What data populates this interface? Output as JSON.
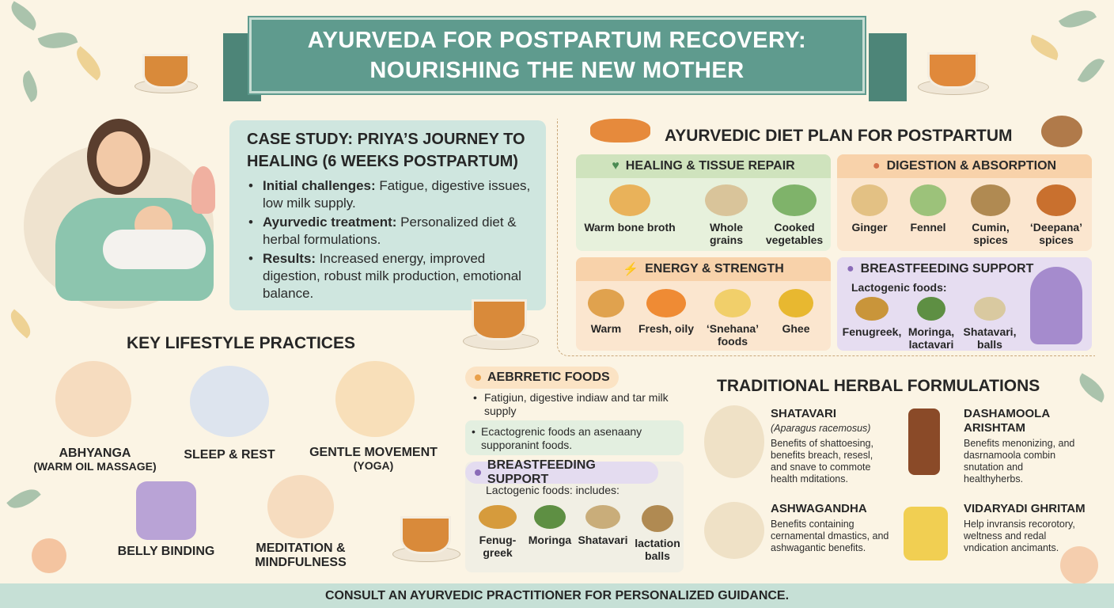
{
  "header": {
    "title_line1": "AYURVEDA FOR POSTPARTUM RECOVERY:",
    "title_line2": "NOURISHING THE NEW MOTHER"
  },
  "case_study": {
    "title": "CASE STUDY: PRIYA’S JOURNEY TO HEALING (6 WEEKS POSTPARTUM)",
    "items": [
      {
        "label": "Initial challenges:",
        "text": " Fatigue, digestive issues, low milk supply."
      },
      {
        "label": "Ayurvedic treatment:",
        "text": " Personalized diet & herbal formulations."
      },
      {
        "label": "Results:",
        "text": " Increased energy, improved digestion, robust milk production, emotional balance."
      }
    ]
  },
  "lifestyle": {
    "title": "KEY LIFESTYLE PRACTICES",
    "practices": [
      {
        "label": "ABHYANGA",
        "sub": "(WARM OIL MASSAGE)"
      },
      {
        "label": "SLEEP & REST",
        "sub": ""
      },
      {
        "label": "GENTLE MOVEMENT",
        "sub": "(YOGA)"
      },
      {
        "label": "BELLY BINDING",
        "sub": ""
      },
      {
        "label": "MEDITATION &",
        "sub": "MINDFULNESS"
      }
    ]
  },
  "diet": {
    "title": "AYURVEDIC DIET PLAN FOR POSTPARTUM",
    "cards": [
      {
        "title": "HEALING & TISSUE REPAIR",
        "icon": "heartbeat-icon",
        "foods": [
          [
            "Warm bone broth"
          ],
          [
            "Whole",
            "grains"
          ],
          [
            "Cooked",
            "vegetables"
          ]
        ]
      },
      {
        "title": "DIGESTION & ABSORPTION",
        "icon": "stomach-icon",
        "foods": [
          [
            "Ginger"
          ],
          [
            "Fennel"
          ],
          [
            "Cumin,",
            "spices"
          ],
          [
            "‘Deepana’",
            "spices"
          ]
        ]
      },
      {
        "title": "ENERGY & STRENGTH",
        "icon": "lightning-icon",
        "foods": [
          [
            "Warm"
          ],
          [
            "Fresh, oily"
          ],
          [
            "‘Snehana’",
            "foods"
          ],
          [
            "Ghee"
          ]
        ]
      },
      {
        "title": "BREASTFEEDING SUPPORT",
        "icon": "mother-icon",
        "subtitle": "Lactogenic foods:",
        "foods": [
          [
            "Fenugreek,"
          ],
          [
            "Moringa,",
            "lactavari"
          ],
          [
            "Shatavari,",
            "balls"
          ]
        ]
      }
    ]
  },
  "center": {
    "aebrretic": {
      "title": "AEBRRETIC FOODS",
      "bullet": "Fatigiun, digestive indiaw and tar milk supply"
    },
    "ecto": {
      "text": "Ecactogrenic foods an asenaany supporanint foods."
    },
    "breastfeeding": {
      "title": "BREASTFEEDING SUPPORT",
      "subtitle": "Lactogenic foods: includes:",
      "foods": [
        [
          "Fenug-",
          "greek"
        ],
        [
          "Moringa"
        ],
        [
          "Shatavari"
        ],
        [
          "lactation",
          "balls"
        ]
      ]
    }
  },
  "herbal": {
    "title": "TRADITIONAL HERBAL FORMULATIONS",
    "items": [
      {
        "name": "SHATAVARI",
        "latin": "(Aparagus racemosus)",
        "text": "Benefits of shattoesing, benefits breach, resesl, and snave to commote health mditations."
      },
      {
        "name": "DASHAMOOLA ARISHTAM",
        "latin": "",
        "text": "Benefits menonizing, and dasrnamoola combin snutation and healthyherbs."
      },
      {
        "name": "ASHWAGANDHA",
        "latin": "",
        "text": "Benefits containing cernamental dmastics, and ashwagantic benefits."
      },
      {
        "name": "VIDARYADI GHRITAM",
        "latin": "",
        "text": "Help invransis recorotory, weltness and redal vndication ancimants."
      }
    ]
  },
  "footer": {
    "text": "CONSULT AN AYURVEDIC PRACTITIONER FOR PERSONALIZED GUIDANCE."
  },
  "colors": {
    "banner": "#5f9b8e",
    "background": "#fbf4e4",
    "green_card": "#dfeed3",
    "orange_card": "#f9e0c4",
    "purple_card": "#e6ddf1",
    "case_box": "#cfe6df"
  }
}
